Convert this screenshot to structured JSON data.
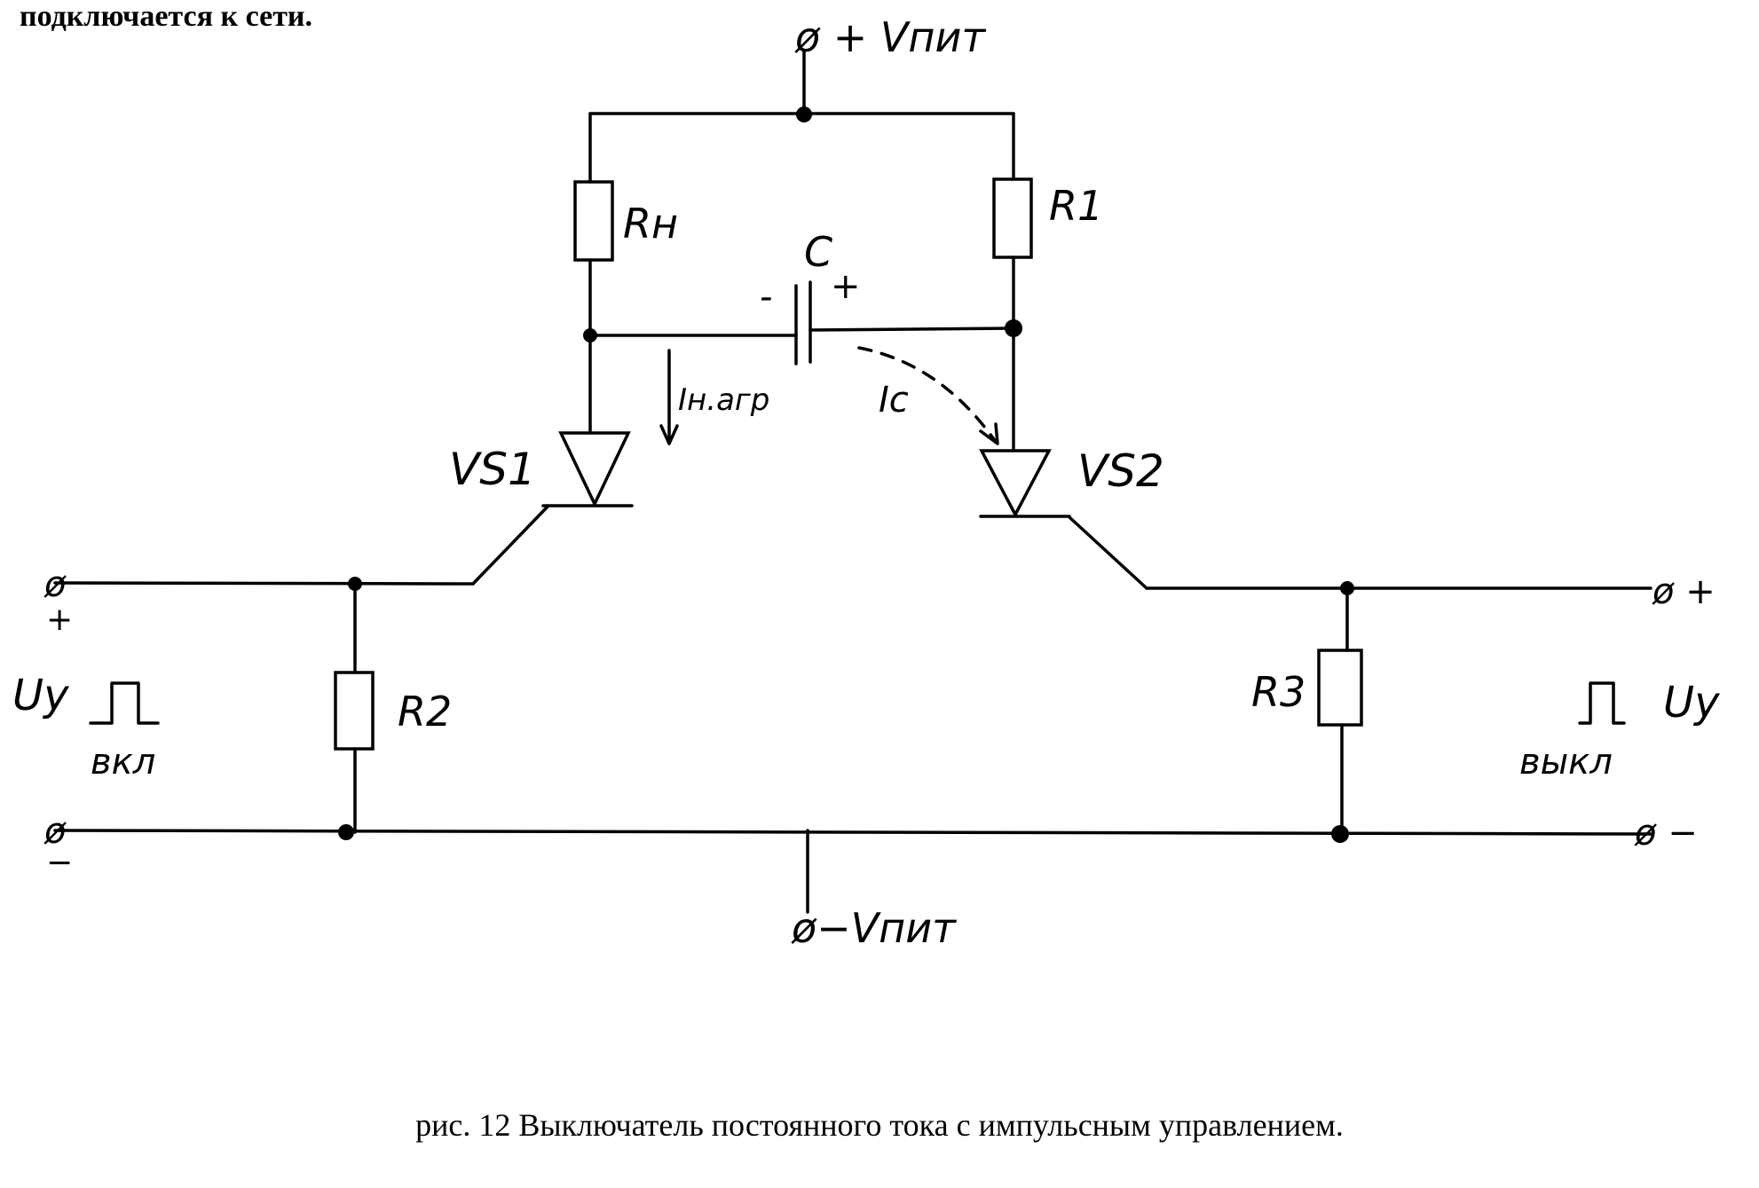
{
  "top_text": "подключается к сети.",
  "caption": "рис. 12  Выключатель постоянного тока с импульсным управлением.",
  "labels": {
    "vpit_plus": "ø + Vпит",
    "vpit_minus": "ø−Vпит",
    "rn": "Rн",
    "r1": "R1",
    "r2": "R2",
    "r3": "R3",
    "c": "C",
    "c_minus": "-",
    "c_plus": "+",
    "inagr": "Iн.агр",
    "ic": "Ic",
    "vs1": "VS1",
    "vs2": "VS2",
    "left_top_terminal": "ø",
    "left_top_sign": "+",
    "left_bottom_terminal": "ø",
    "left_bottom_sign": "−",
    "right_top_terminal": "ø +",
    "right_bottom_terminal": "ø −",
    "uy_left": "Uy",
    "uy_right": "Uy",
    "vkl": "вкл",
    "vykl": "выкл"
  }
}
